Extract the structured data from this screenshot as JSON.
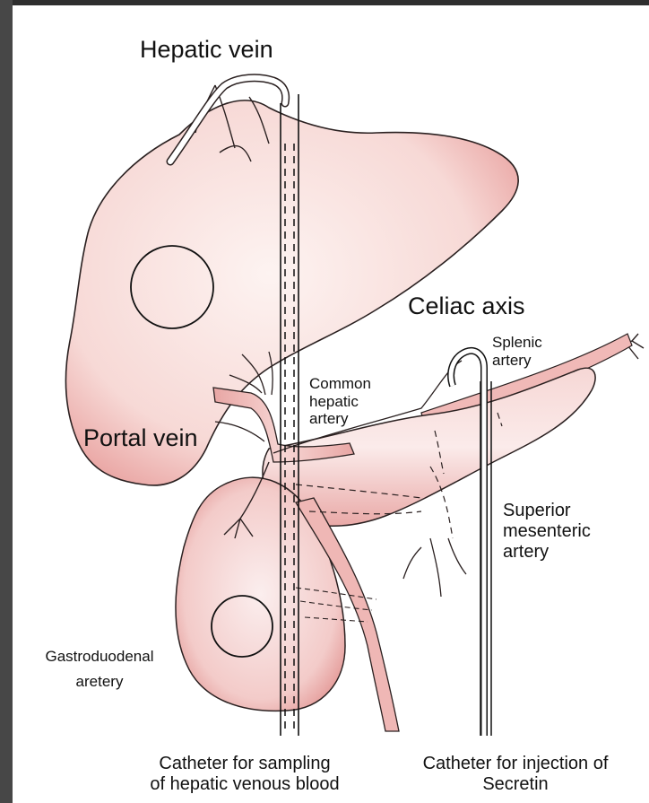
{
  "labels": {
    "hepatic_vein": "Hepatic vein",
    "celiac_axis": "Celiac axis",
    "splenic_artery_line1": "Splenic",
    "splenic_artery_line2": "artery",
    "common_hepatic_line1": "Common",
    "common_hepatic_line2": "hepatic",
    "common_hepatic_line3": "artery",
    "portal_vein": "Portal vein",
    "superior_mesenteric_line1": "Superior",
    "superior_mesenteric_line2": "mesenteric",
    "superior_mesenteric_line3": "artery",
    "gastroduodenal_line1": "Gastroduodenal",
    "gastroduodenal_line2": "aretery",
    "catheter_sampling_line1": "Catheter for sampling",
    "catheter_sampling_line2": "of hepatic venous blood",
    "catheter_injection_line1": "Catheter for injection of",
    "catheter_injection_line2": "Secretin"
  },
  "colors": {
    "frame": "#3a3a3a",
    "paper": "#ffffff",
    "organ_fill": "#f4c6c4",
    "organ_shade": "#e59a9a",
    "outline": "#2a2020",
    "text": "#111111"
  }
}
